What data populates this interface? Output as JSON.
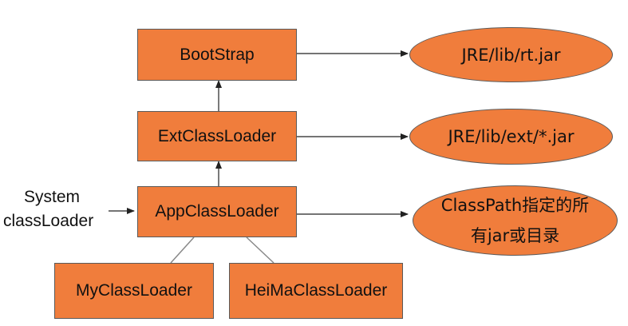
{
  "boxes": {
    "bootstrap": "BootStrap",
    "ext": "ExtClassLoader",
    "app": "AppClassLoader",
    "my": "MyClassLoader",
    "heima": "HeiMaClassLoader"
  },
  "targets": {
    "rt": "JRE/lib/rt.jar",
    "ext": "JRE/lib/ext/*.jar",
    "classpath_line1": "ClassPath指定的所",
    "classpath_line2": "有jar或目录"
  },
  "side_label": {
    "line1": "System",
    "line2": "classLoader"
  },
  "colors": {
    "fill": "#f07d3c",
    "stroke": "#5a5a5a",
    "arrow": "#222222",
    "connector": "#888888"
  }
}
